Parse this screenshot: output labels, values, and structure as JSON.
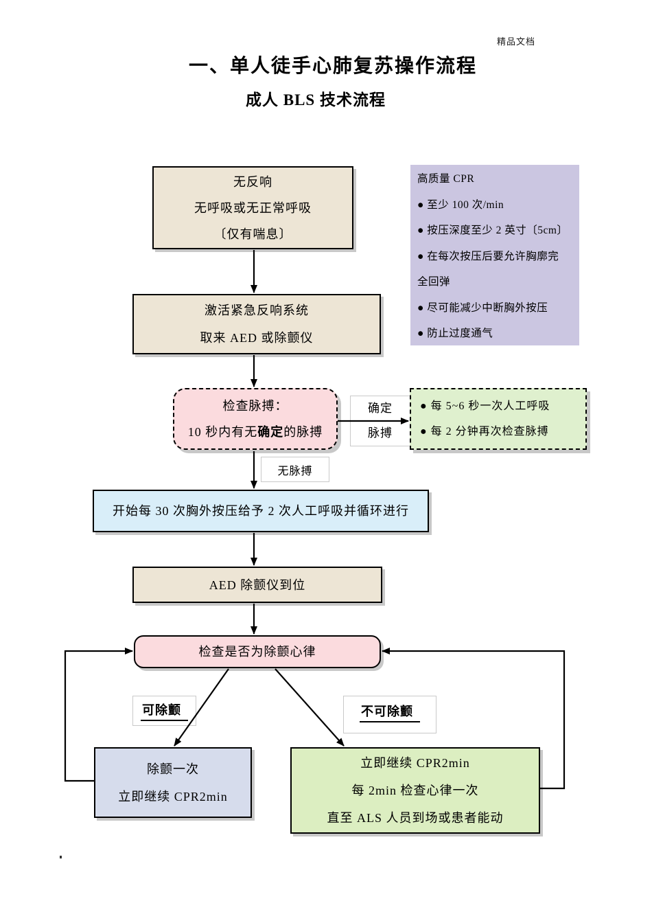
{
  "page": {
    "watermark": "精品文档",
    "title": "一、单人徒手心肺复苏操作流程",
    "subtitle": "成人 BLS 技术流程"
  },
  "flow": {
    "no_response": {
      "lines": [
        "无反响",
        "无呼吸或无正常呼吸",
        "〔仅有喘息〕"
      ]
    },
    "activate": {
      "lines": [
        "激活紧急反响系统",
        "取来 AED 或除颤仪"
      ]
    },
    "pulse_check": {
      "line1": "检查脉搏：",
      "line2_prefix": "10 秒内有无",
      "line2_bold": "确定",
      "line2_suffix": "的脉搏"
    },
    "sure_pulse_label": {
      "line1": "确定",
      "line2": "脉搏"
    },
    "rescue_breathing": {
      "lines": [
        "●  每 5~6 秒一次人工呼吸",
        "●  每 2 分钟再次检查脉搏"
      ]
    },
    "no_pulse_label": "无脉搏",
    "compressions": "开始每 30 次胸外按压给予 2 次人工呼吸并循环进行",
    "aed_arrival": "AED 除颤仪到位",
    "rhythm_check": "检查是否为除颤心律",
    "shockable_label": "可除颤",
    "not_shockable_label": "不可除颤",
    "defibrillate": {
      "lines": [
        "除颤一次",
        "立即继续 CPR2min"
      ]
    },
    "continue_cpr": {
      "lines": [
        "立即继续 CPR2min",
        "每 2min 检查心律一次",
        "直至 ALS 人员到场或患者能动"
      ]
    },
    "quality_note": {
      "lines": [
        "高质量 CPR",
        "●  至少 100 次/min",
        "●  按压深度至少 2 英寸〔5cm〕",
        "●  在每次按压后要允许胸廓完",
        "全回弹",
        "●  尽可能减少中断胸外按压",
        "●  防止过度通气"
      ]
    }
  },
  "colors": {
    "beige": "#EDE5D5",
    "purple": "#CBC6E1",
    "pink": "#FBDBDE",
    "greenDashed": "#DFF0CE",
    "blue": "#D9EEF9",
    "lavender": "#D6DCEC",
    "green": "#DCEEC1",
    "shadow": "#C8C8C8",
    "labelBorder": "#C9C9C9"
  }
}
